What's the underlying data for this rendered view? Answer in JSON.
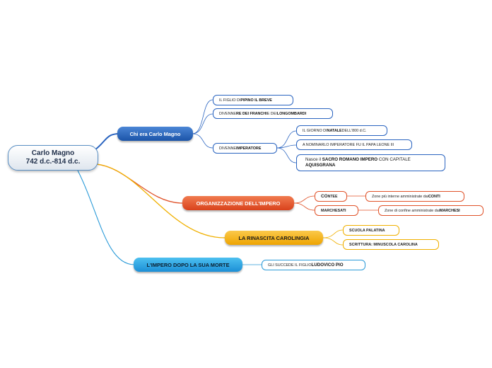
{
  "root": {
    "line1": "Carlo Magno",
    "line2": "742 d.c.-814 d.c."
  },
  "branches": {
    "chi": {
      "title": "Chi era Carlo Magno",
      "figlio": {
        "pre": "IL FIGLIO DI ",
        "bold": "PIPINO IL BREVE"
      },
      "re": {
        "pre": "DIVENNE ",
        "bold1": "RE DEI FRANCHI",
        "mid": " E DEI ",
        "bold2": "LONGOMBARDI"
      },
      "imperatore": {
        "pre": "DIVENNE ",
        "bold": "IMPERATORE"
      },
      "natale": {
        "pre": "IL GIORNO DI ",
        "bold": "NATALE",
        "post": " DELL'800 d.C."
      },
      "papa": {
        "text": "A NOMINARLO IMPERATORE FU IL PAPA LEONE III"
      },
      "sacro": {
        "pre": "Nasce il ",
        "bold1": "SACRO ROMANO IMPERO",
        "mid": " CON CAPITALE ",
        "bold2": "AQUISGRANA"
      }
    },
    "org": {
      "title": "ORGANIZZAZIONE DELL'IMPERO",
      "contee": {
        "part1": "CO",
        "part2": "NTEE"
      },
      "contee_desc": {
        "pre": "Zone più interne amministrate dai ",
        "bold": "CONTI"
      },
      "marchesati": {
        "text": "MARCHESATI"
      },
      "marchesati_desc": {
        "pre": "Zone di confine amministrate dai ",
        "bold": "MARCHESI"
      }
    },
    "rinascita": {
      "title": "LA RINASCITA CAROLINGIA",
      "scuola": {
        "text": "SCUOLA PALATINA"
      },
      "scrittura": {
        "text": "SCRITTURA: MINUSCOLA CAROLINA"
      }
    },
    "morte": {
      "title": "L'IMPERO DOPO LA SUA MORTE",
      "succede": {
        "pre": "GLI SUCCEDE IL FIGLIO ",
        "bold": "LUDOVICO PIO"
      }
    }
  },
  "colors": {
    "blue": "#2a64c0",
    "orange": "#e0532a",
    "yellow": "#f0b000",
    "cyan": "#2a9ad8"
  }
}
